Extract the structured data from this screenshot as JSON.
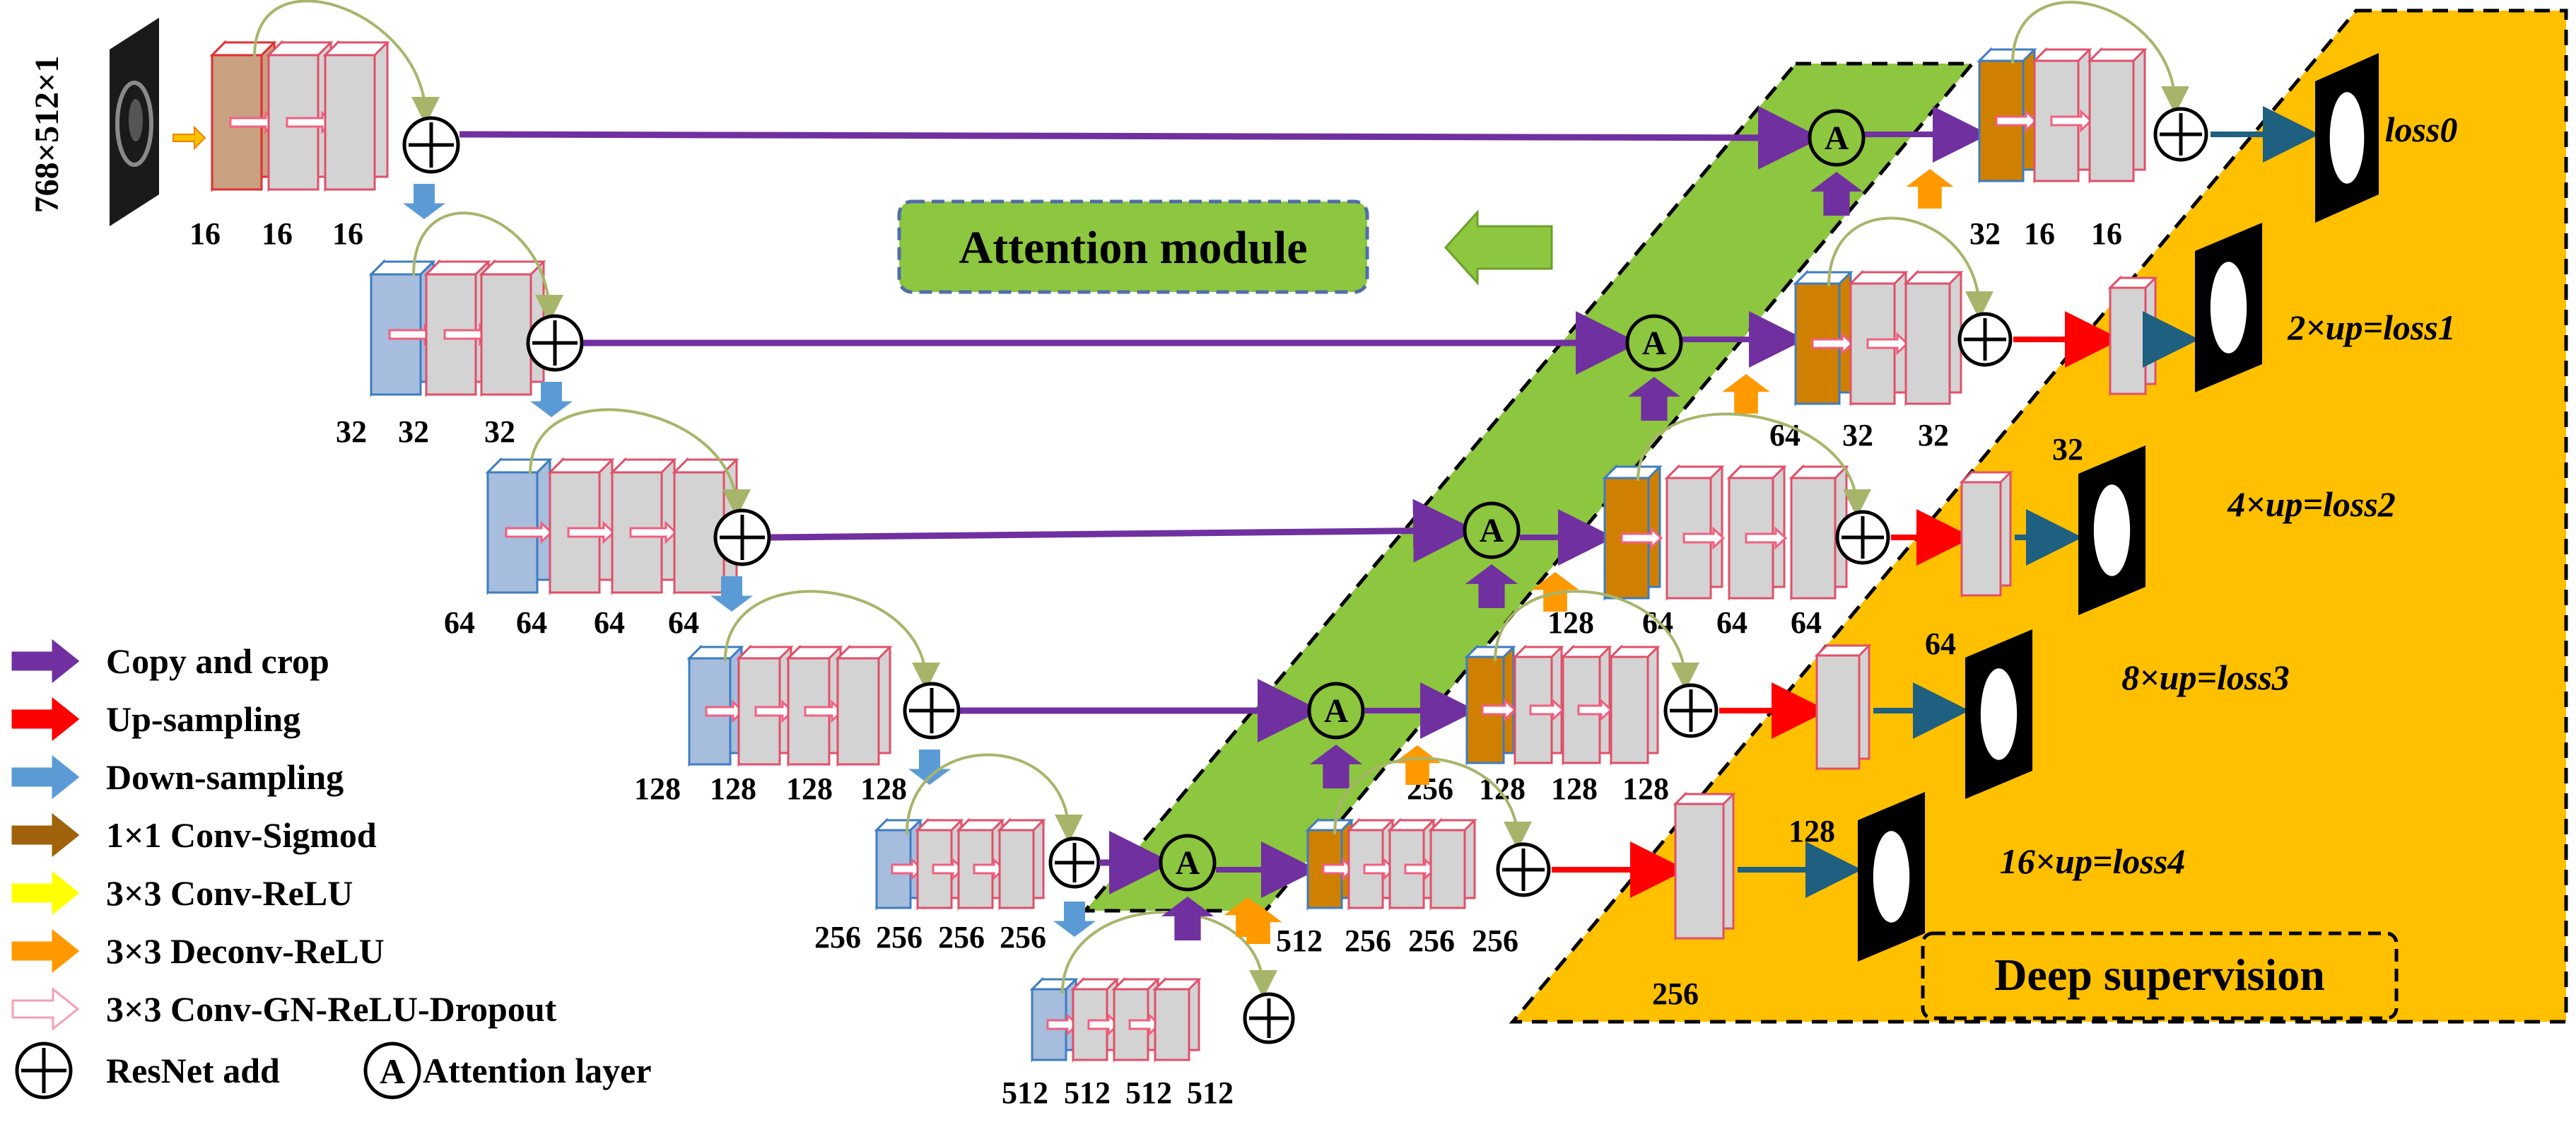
{
  "input_label": "768×512×1",
  "attention_module_label": "Attention module",
  "deep_supervision_label": "Deep supervision",
  "attention_symbol": "A",
  "colors": {
    "attention_green": "#8DC63F",
    "supervision_yellow": "#FFC000",
    "copy_crop_purple": "#7030A0",
    "upsample_red": "#FF0000",
    "downsample_blue": "#5B9BD5",
    "conv_sigmoid_brown": "#A0620A",
    "conv_relu_yellow": "#FFFF00",
    "deconv_orange": "#FF9900",
    "conv_gn_outline": "#F4A0B0",
    "block_gray": "#D3D3D3",
    "block_outline": "#E0506A",
    "skip_arc": "#A7B56A",
    "teal_arrow": "#1F5F80",
    "gate_orange": "#CC7A00"
  },
  "encoder_levels": [
    {
      "channels": [
        "16",
        "16",
        "16"
      ]
    },
    {
      "channels": [
        "32",
        "32",
        "32"
      ]
    },
    {
      "channels": [
        "64",
        "64",
        "64",
        "64"
      ]
    },
    {
      "channels": [
        "128",
        "128",
        "128",
        "128"
      ]
    },
    {
      "channels": [
        "256",
        "256",
        "256",
        "256"
      ]
    },
    {
      "channels": [
        "512",
        "512",
        "512",
        "512"
      ]
    }
  ],
  "decoder_levels": [
    {
      "channels": [
        "32",
        "16",
        "16"
      ]
    },
    {
      "channels": [
        "64",
        "32",
        "32"
      ]
    },
    {
      "channels": [
        "128",
        "64",
        "64",
        "64"
      ]
    },
    {
      "channels": [
        "256",
        "128",
        "128",
        "128"
      ]
    },
    {
      "channels": [
        "512",
        "256",
        "256",
        "256"
      ]
    }
  ],
  "supervision_outputs": [
    {
      "loss": "loss0",
      "channels": ""
    },
    {
      "loss": "2×up=loss1",
      "channels": "32"
    },
    {
      "loss": "4×up=loss2",
      "channels": "64"
    },
    {
      "loss": "8×up=loss3",
      "channels": "128"
    },
    {
      "loss": "16×up=loss4",
      "channels": "256"
    }
  ],
  "legend": [
    {
      "label": "Copy and crop",
      "color": "#7030A0",
      "kind": "arrow-filled"
    },
    {
      "label": "Up-sampling",
      "color": "#FF0000",
      "kind": "arrow-filled"
    },
    {
      "label": "Down-sampling",
      "color": "#5B9BD5",
      "kind": "arrow-filled"
    },
    {
      "label": "1×1 Conv-Sigmod",
      "color": "#A0620A",
      "kind": "arrow-filled"
    },
    {
      "label": "3×3 Conv-ReLU",
      "color": "#FFFF00",
      "kind": "arrow-filled"
    },
    {
      "label": "3×3 Deconv-ReLU",
      "color": "#FF9900",
      "kind": "arrow-filled"
    },
    {
      "label": "3×3 Conv-GN-ReLU-Dropout",
      "color": "#F4A0B0",
      "kind": "arrow-outline"
    },
    {
      "label": "ResNet add",
      "color": "#000000",
      "kind": "plus"
    },
    {
      "label": "Attention layer",
      "color": "#000000",
      "kind": "attention"
    }
  ]
}
